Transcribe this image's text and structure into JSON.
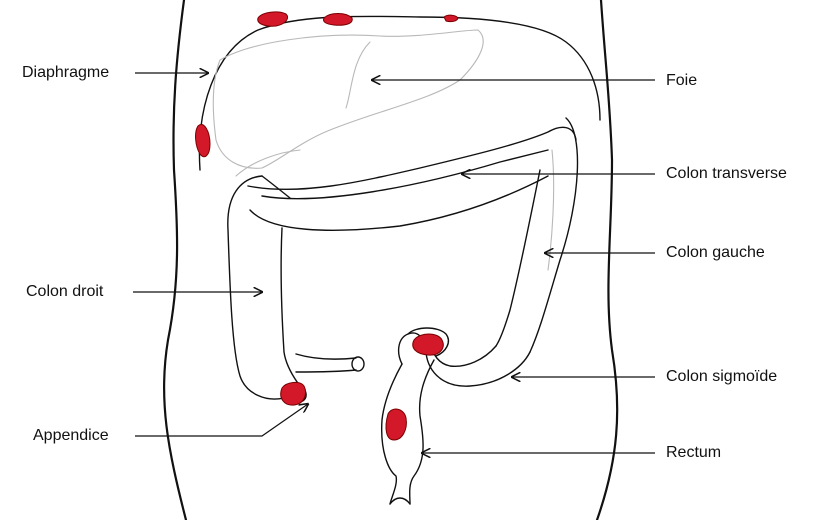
{
  "colors": {
    "lesion": "#d3182a",
    "outline": "#111111",
    "organ_faint": "#b8b8b8",
    "background": "#ffffff"
  },
  "labels": {
    "diaphragme": "Diaphragme",
    "foie": "Foie",
    "colon_transverse": "Colon transverse",
    "colon_gauche": "Colon gauche",
    "colon_droit": "Colon droit",
    "colon_sigmoide": "Colon sigmoïde",
    "appendice": "Appendice",
    "rectum": "Rectum"
  }
}
